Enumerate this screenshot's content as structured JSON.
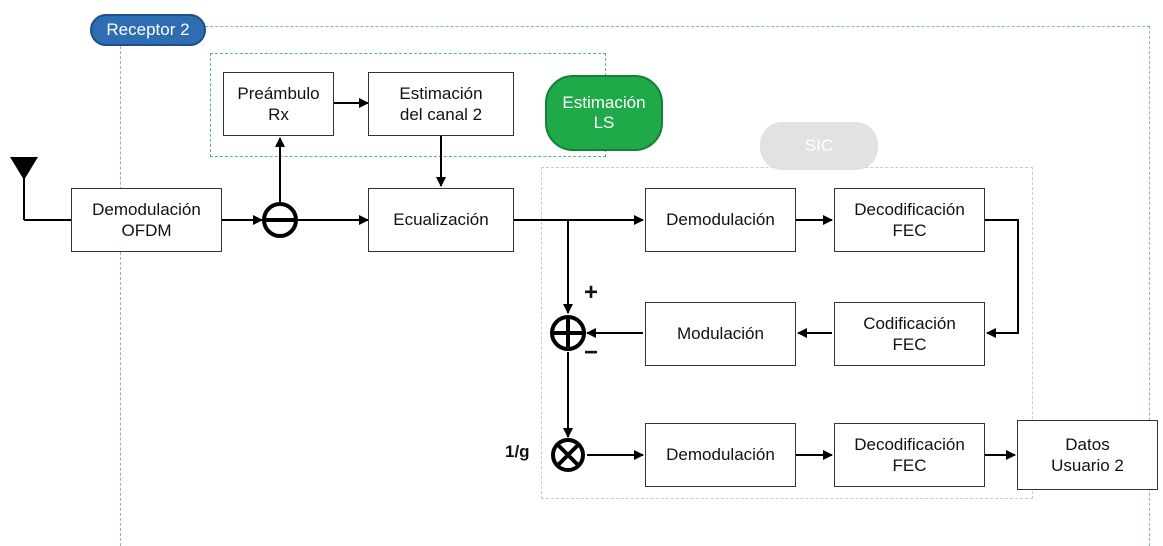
{
  "tags": {
    "receptor": "Receptor 2",
    "estimacion_ls": "Estimación\nLS",
    "sic": "SIC"
  },
  "blocks": {
    "demod_ofdm": "Demodulación\nOFDM",
    "preambulo": "Preámbulo\nRx",
    "estimacion_canal": "Estimación\ndel canal 2",
    "ecualizacion": "Ecualización",
    "demod_sic": "Demodulación",
    "decod_fec_1": "Decodificación\nFEC",
    "cod_fec": "Codificación\nFEC",
    "modulacion": "Modulación",
    "demod_out": "Demodulación",
    "decod_fec_2": "Decodificación\nFEC",
    "datos_usuario": "Datos\nUsuario 2"
  },
  "labels": {
    "plus": "+",
    "minus": "−",
    "gain": "1/g"
  },
  "colors": {
    "receptor_tag": "#2f6db3",
    "ls_tag": "#1faa4a",
    "sic_tag": "#e2e2e2",
    "receptor_border": "#7fb6dc",
    "ls_border": "#4cc46a",
    "sic_border": "#cccccc"
  }
}
